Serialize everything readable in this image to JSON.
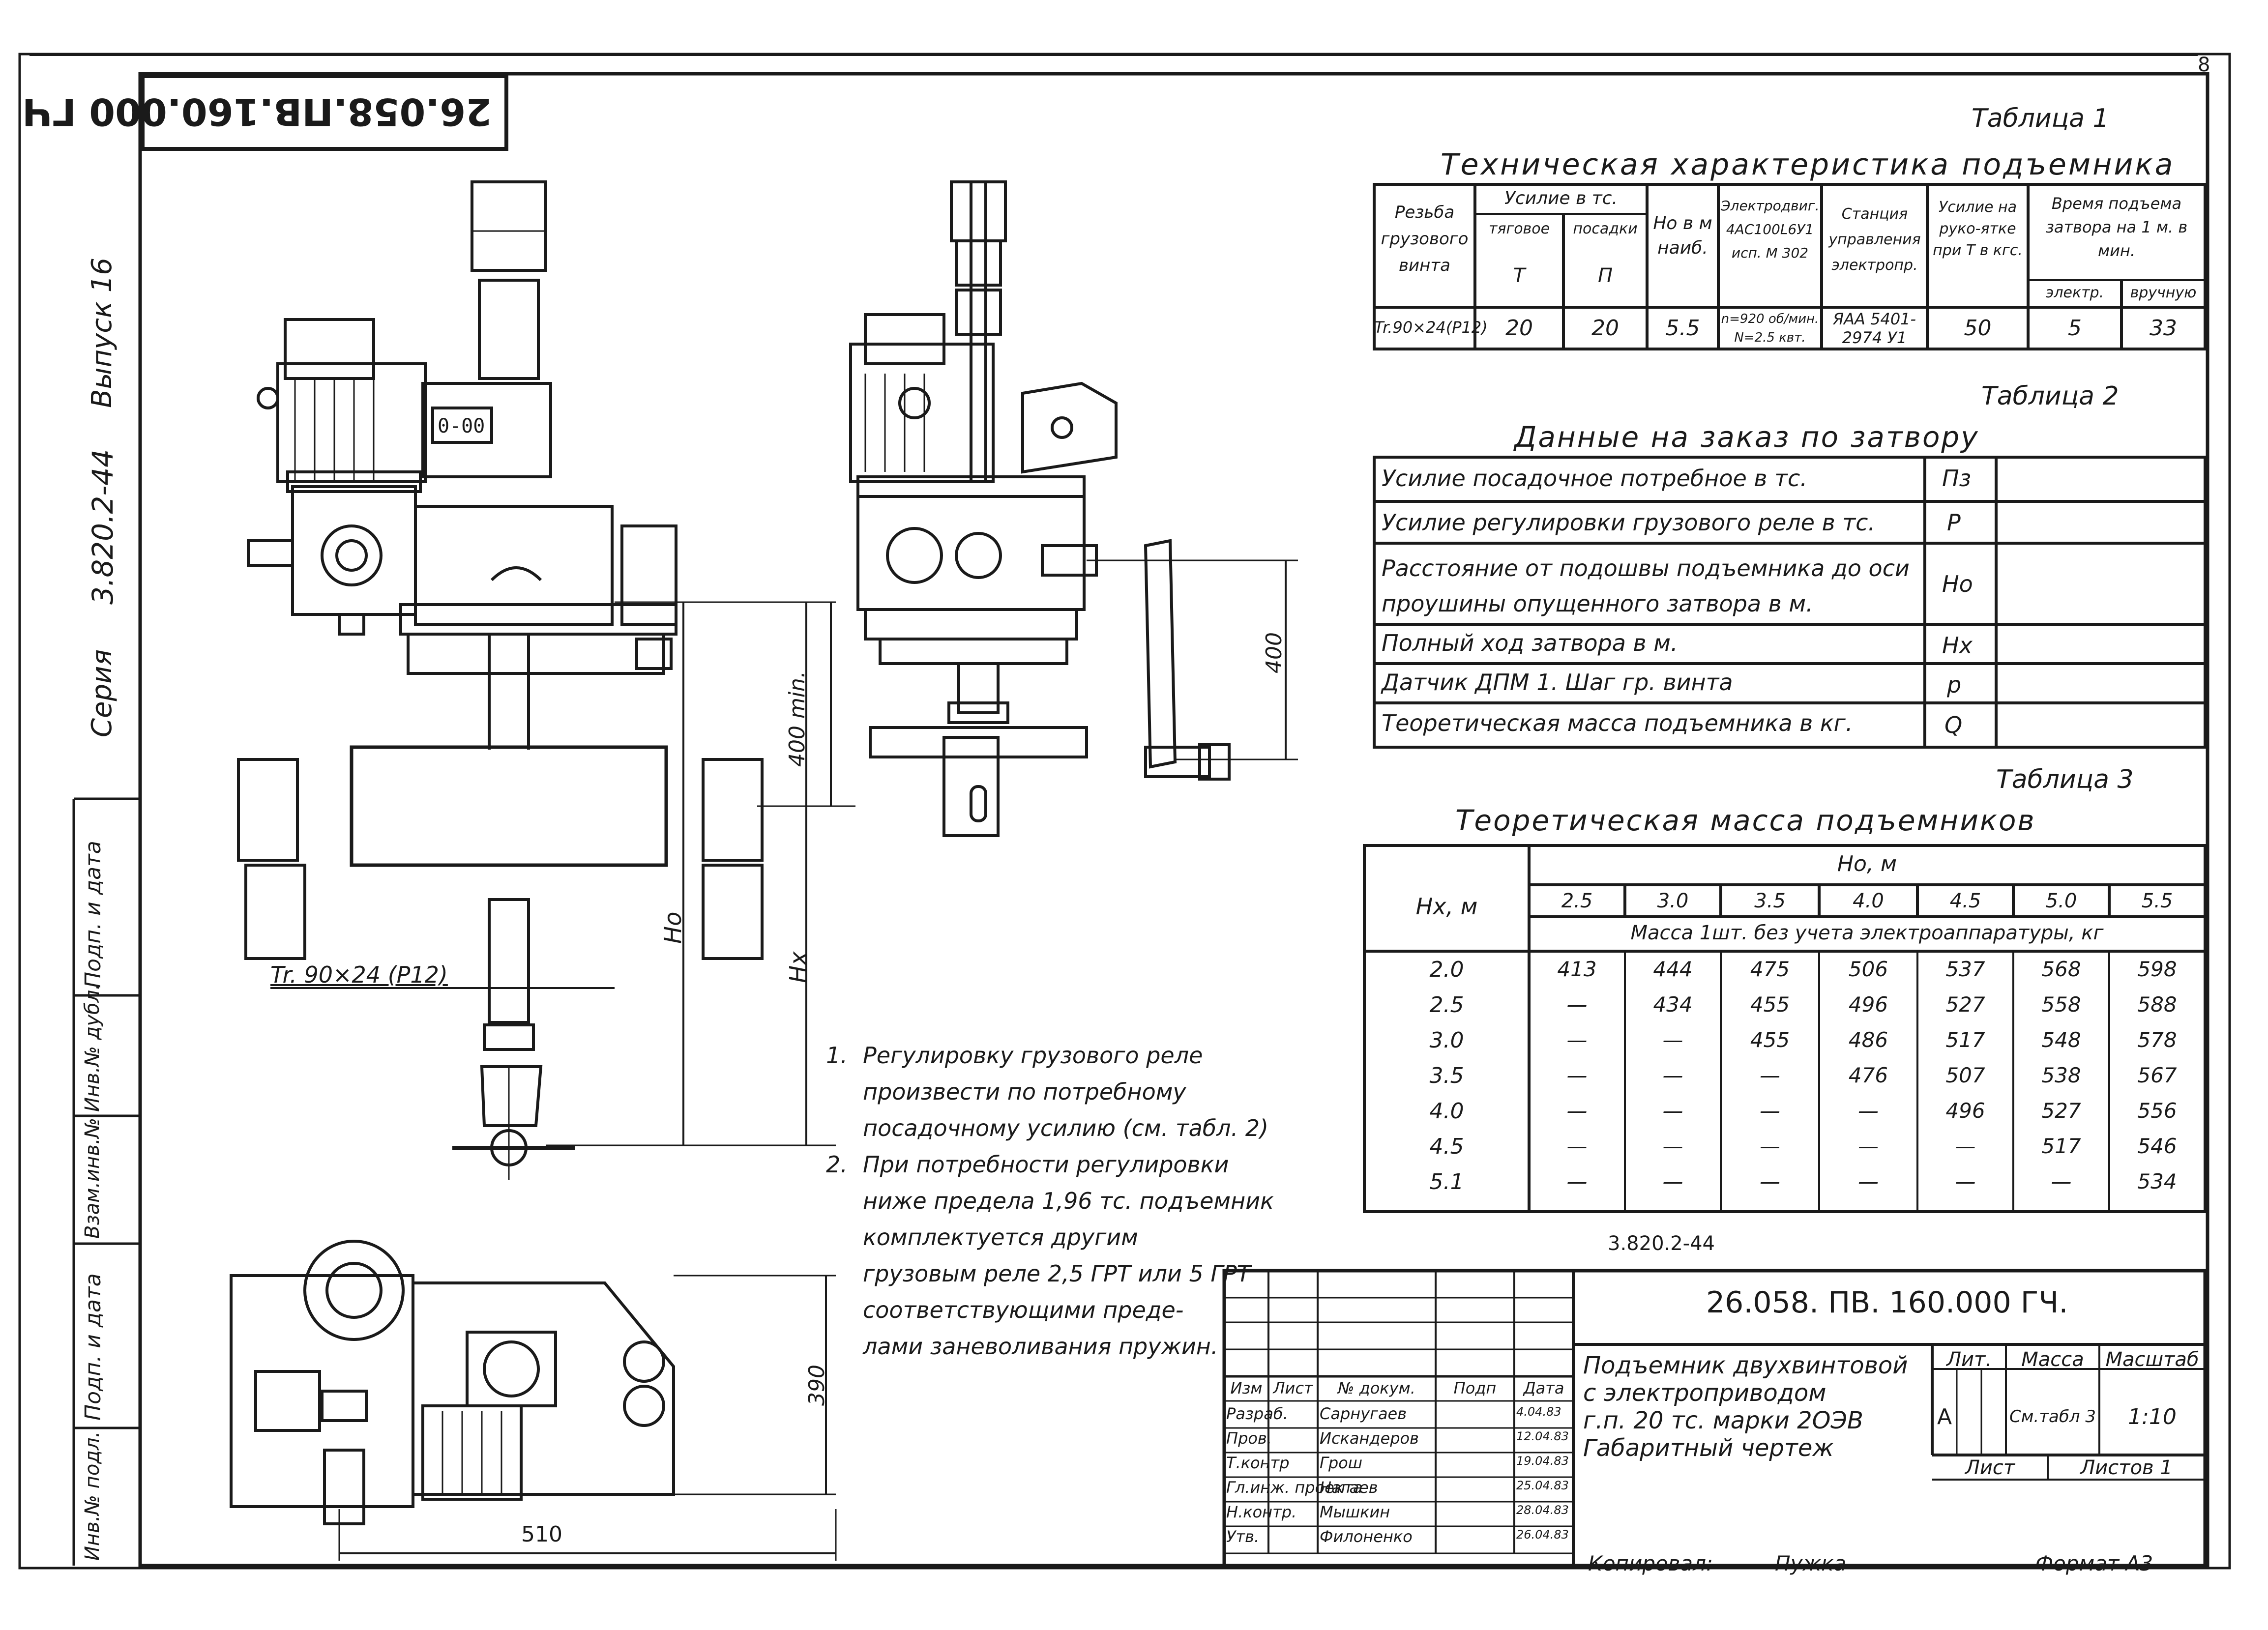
{
  "corner_page_number": "8",
  "stamp_code_rotated": "26.058.ПВ.160.000 ГЧ",
  "left_strip": {
    "series_label": "Серия",
    "series_code": "3.820.2-44",
    "issue_label": "Выпуск 16",
    "field_labels": [
      "Подп. и дата",
      "Инв.№ дубл.",
      "Взам.инв.№",
      "Подп. и дата",
      "Инв.№ подл."
    ]
  },
  "table1": {
    "caption": "Таблица 1",
    "title": "Техническая характеристика подъемника",
    "headers": {
      "thread": "Резьба грузового винта",
      "force": "Усилие в тс.",
      "force_pull": "тяговое",
      "force_pull_sym": "Т",
      "force_seat": "посадки",
      "force_seat_sym": "П",
      "ho": "Но в м наиб.",
      "drive": "Электродвиг. 4AC100L6У1 исп. М 302",
      "station": "Станция управления электропр.",
      "handle": "Усилие на руко-ятке при Т в кгс.",
      "time": "Время подъема затвора на 1 м. в мин.",
      "time_el": "электр.",
      "time_man": "вручную"
    },
    "row": {
      "thread": "Tr.90×24(P12)",
      "pull": "20",
      "seat": "20",
      "ho": "5.5",
      "drive": "n=920 об/мин. N=2.5 квт.",
      "station": "ЯАА 5401-2974 У1",
      "handle": "50",
      "time_el": "5",
      "time_man": "33"
    }
  },
  "table2": {
    "caption": "Таблица 2",
    "title": "Данные на заказ по затвору",
    "rows": [
      {
        "label": "Усилие посадочное потребное в тс.",
        "symbol": "Пз"
      },
      {
        "label": "Усилие регулировки грузового реле в тс.",
        "symbol": "Р"
      },
      {
        "label": "Расстояние от подошвы подъемника до оси проушины опущенного затвора в м.",
        "symbol": "Но"
      },
      {
        "label": "Полный ход затвора в м.",
        "symbol": "Нх"
      },
      {
        "label": "Датчик ДПМ 1. Шаг гр. винта",
        "symbol": "р"
      },
      {
        "label": "Теоретическая масса подъемника в кг.",
        "symbol": "Q"
      }
    ]
  },
  "table3": {
    "caption": "Таблица 3",
    "title": "Теоретическая масса подъемников",
    "hx_label": "Нх, м",
    "ho_label": "Но, м",
    "ho_values": [
      "2.5",
      "3.0",
      "3.5",
      "4.0",
      "4.5",
      "5.0",
      "5.5"
    ],
    "subheader": "Масса 1шт. без учета электроаппаратуры, кг",
    "rows": [
      {
        "hx": "2.0",
        "values": [
          "413",
          "444",
          "475",
          "506",
          "537",
          "568",
          "598"
        ]
      },
      {
        "hx": "2.5",
        "values": [
          "—",
          "434",
          "455",
          "496",
          "527",
          "558",
          "588"
        ]
      },
      {
        "hx": "3.0",
        "values": [
          "—",
          "—",
          "455",
          "486",
          "517",
          "548",
          "578"
        ]
      },
      {
        "hx": "3.5",
        "values": [
          "—",
          "—",
          "—",
          "476",
          "507",
          "538",
          "567"
        ]
      },
      {
        "hx": "4.0",
        "values": [
          "—",
          "—",
          "—",
          "—",
          "496",
          "527",
          "556"
        ]
      },
      {
        "hx": "4.5",
        "values": [
          "—",
          "—",
          "—",
          "—",
          "—",
          "517",
          "546"
        ]
      },
      {
        "hx": "5.1",
        "values": [
          "—",
          "—",
          "—",
          "—",
          "—",
          "—",
          "534"
        ]
      }
    ]
  },
  "drawing_labels": {
    "thread": "Tr. 90×24 (P12)",
    "dim_400min": "400 min.",
    "dim_ho": "Ho",
    "dim_hx": "Нх",
    "dim_400": "400",
    "dim_390": "390",
    "dim_510": "510"
  },
  "notes": [
    {
      "num": "1.",
      "lines": [
        "Регулировку грузового реле",
        "произвести по потребному",
        "посадочному усилию (см. табл. 2)"
      ]
    },
    {
      "num": "2.",
      "lines": [
        "При потребности регулировки",
        "ниже предела 1,96 тс. подъемник",
        "комплектуется другим",
        "грузовым реле 2,5 ГРТ или 5 ГРТ",
        "соответствующими преде-",
        "лами заневоливания пружин."
      ]
    }
  ],
  "title_block": {
    "series_code_above": "3.820.2-44",
    "doc_code": "26.058. ПВ. 160.000 ГЧ.",
    "name_lines": [
      "Подъемник двухвинтовой",
      "с электроприводом",
      "г.п. 20 тс. марки 2ОЭВ",
      "Габаритный чертеж"
    ],
    "lit_label": "Лит.",
    "mass_label": "Масса",
    "scale_label": "Масштаб",
    "lit_value": "А",
    "mass_value": "См.табл 3",
    "scale_value": "1:10",
    "sheet_label": "Лист",
    "sheets_label": "Листов 1",
    "col_headers": [
      "Изм",
      "Лист",
      "№ докум.",
      "Подп",
      "Дата"
    ],
    "rows": [
      {
        "role": "Разраб.",
        "name": "Сарнугаев",
        "date": "4.04.83"
      },
      {
        "role": "Пров.",
        "name": "Искандеров",
        "date": "12.04.83"
      },
      {
        "role": "Т.контр",
        "name": "Грош",
        "date": "19.04.83"
      },
      {
        "role": "Гл.инж. проекта",
        "name": "Нагаев",
        "date": "25.04.83"
      },
      {
        "role": "Н.контр.",
        "name": "Мышкин",
        "date": "28.04.83"
      },
      {
        "role": "Утв.",
        "name": "Филоненко",
        "date": "26.04.83"
      }
    ],
    "copied_by": "Копировал:",
    "copier": "Пужка",
    "format": "Формат А3"
  }
}
